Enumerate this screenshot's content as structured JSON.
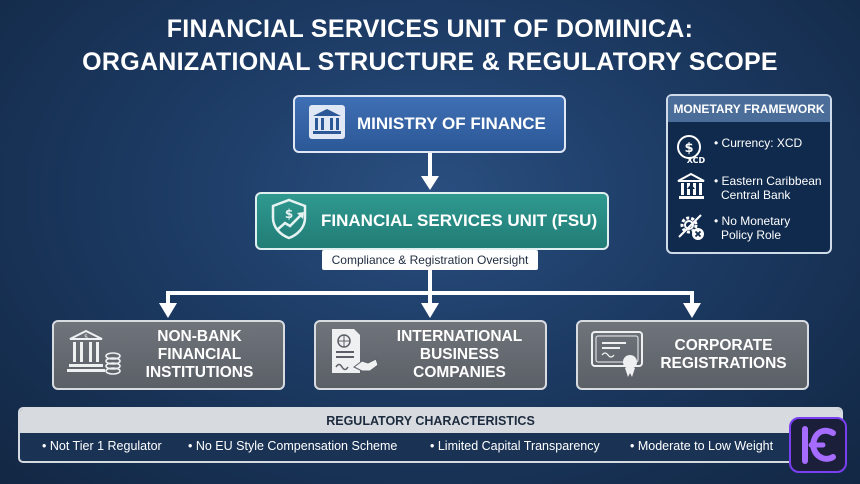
{
  "title": {
    "line1": "FINANCIAL SERVICES UNIT OF DOMINICA:",
    "line2": "ORGANIZATIONAL STRUCTURE & REGULATORY SCOPE"
  },
  "ministry": {
    "label": "MINISTRY OF FINANCE",
    "icon": "bank-icon"
  },
  "fsu": {
    "label": "FINANCIAL SERVICES UNIT (FSU)",
    "icon": "shield-growth-icon"
  },
  "oversight": "Compliance & Registration Oversight",
  "entities": [
    {
      "label": "NON-BANK FINANCIAL INSTITUTIONS",
      "lines": [
        "NON-BANK",
        "FINANCIAL",
        "INSTITUTIONS"
      ],
      "icon": "bank-coins-icon"
    },
    {
      "label": "INTERNATIONAL BUSINESS COMPANIES",
      "lines": [
        "INTERNATIONAL",
        "BUSINESS",
        "COMPANIES"
      ],
      "icon": "document-handshake-icon"
    },
    {
      "label": "CORPORATE REGISTRATIONS",
      "lines": [
        "CORPORATE",
        "REGISTRATIONS"
      ],
      "icon": "certificate-icon"
    }
  ],
  "monetary": {
    "title": "MONETARY FRAMEWORK",
    "items": [
      {
        "text1": "• Currency: XCD",
        "text2": "",
        "icon": "xcd-coin-icon",
        "icon_text": "XCD"
      },
      {
        "text1": "• Eastern Caribbean",
        "text2": "Central Bank",
        "icon": "central-bank-icon"
      },
      {
        "text1": "• No Monetary",
        "text2": "Policy Role",
        "icon": "gear-cross-icon"
      }
    ]
  },
  "regulatory": {
    "title": "REGULATORY CHARACTERISTICS",
    "items": [
      "• Not Tier 1 Regulator",
      "• No EU Style Compensation Scheme",
      "• Limited Capital Transparency",
      "• Moderate to Low Weight"
    ]
  },
  "colors": {
    "ministry": "#3f6fb4",
    "fsu": "#2f9990",
    "entity": "#6f747b",
    "logo_accent": "#7b3ff2"
  }
}
